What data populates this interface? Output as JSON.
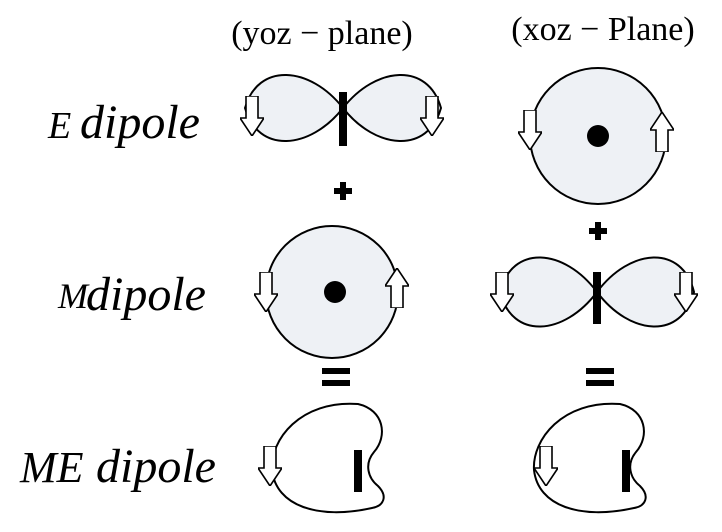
{
  "columns": [
    {
      "label": "(yoz − plane)"
    },
    {
      "label": "(xoz − Plane)"
    }
  ],
  "rows": [
    {
      "prefix": "E",
      "word": "dipole"
    },
    {
      "prefix": "M",
      "word": "dipole"
    },
    {
      "prefix": "ME",
      "word": "dipole"
    }
  ],
  "operators": {
    "plus": "+",
    "equals": "="
  },
  "colors": {
    "fill": "#eef1f5",
    "stroke": "#000000",
    "arrow_fill": "#ffffff"
  }
}
